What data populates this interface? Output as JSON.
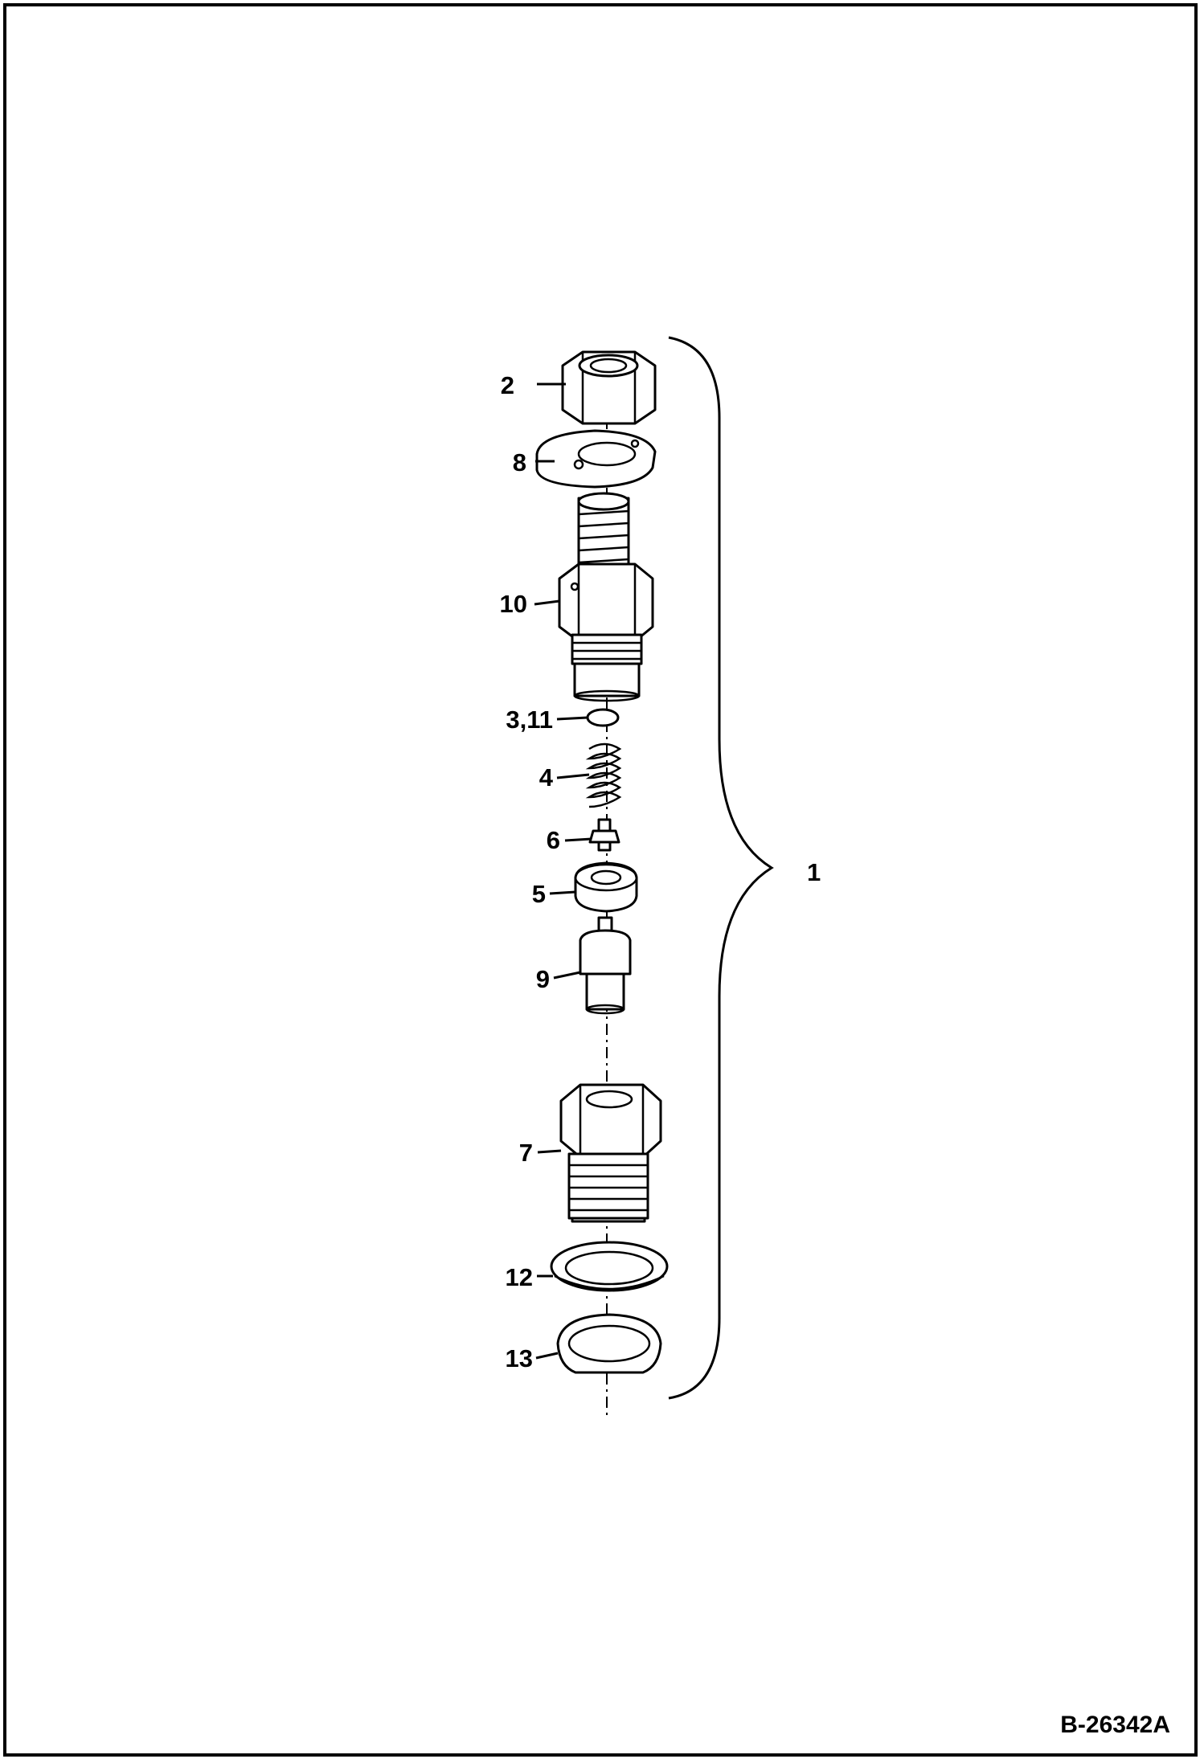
{
  "figure_id": "B-26342A",
  "callouts": {
    "c1": "1",
    "c2": "2",
    "c3": "3,11",
    "c4": "4",
    "c5": "5",
    "c6": "6",
    "c7": "7",
    "c8": "8",
    "c9": "9",
    "c10": "10",
    "c12": "12",
    "c13": "13"
  }
}
